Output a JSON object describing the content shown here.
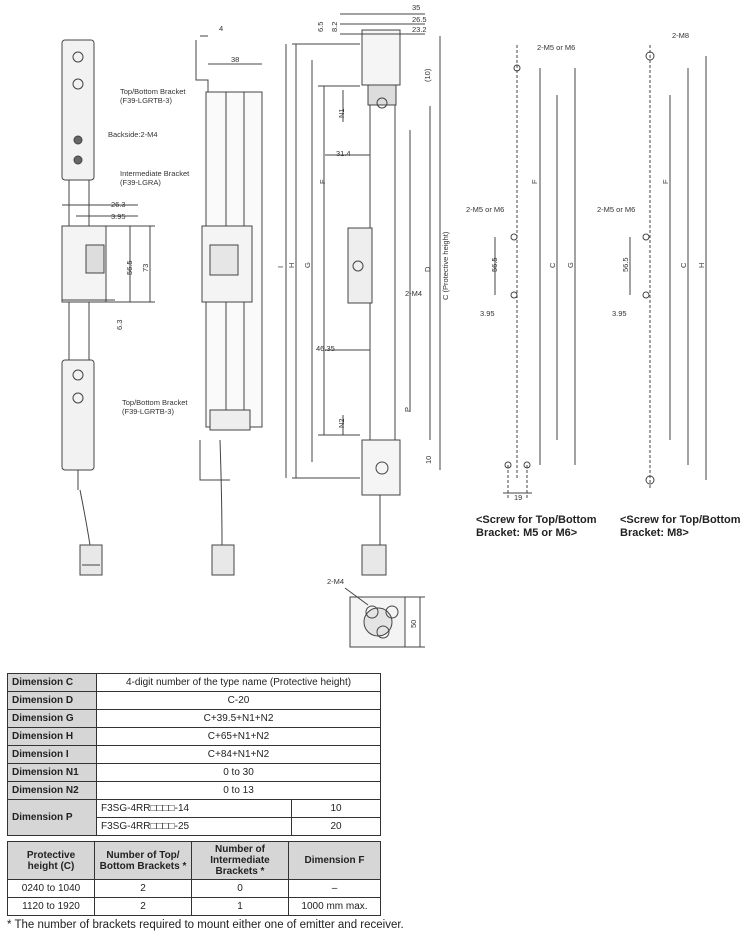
{
  "drawing": {
    "labels": {
      "top_bottom_bracket": "Top/Bottom Bracket",
      "top_bottom_bracket_model": "(F39-LGRTB-3)",
      "top_bottom_bracket_2": "Top/Bottom Bracket",
      "top_bottom_bracket_model_2": "(F39-LGRTB-3)",
      "backside": "Backside:2-M4",
      "intermediate_bracket": "Intermediate Bracket",
      "intermediate_bracket_model": "(F39-LGRA)",
      "m4_side": "2-M4",
      "m4_bottom": "2-M4",
      "m5m6_top_left": "2-M5 or M6",
      "m8_top": "2-M8",
      "m5m6_mid_left": "2-M5 or M6",
      "m5m6_mid_right": "2-M5 or M6",
      "protective_height": "C (Protective height)"
    },
    "dims": {
      "d4": "4",
      "d38": "38",
      "d35": "35",
      "d26_5": "26.5",
      "d23_2": "23.2",
      "d6_5": "6.5",
      "d8_2": "8.2",
      "d10_top": "(10)",
      "d26_3": "26.3",
      "d3_95_a": "3.95",
      "d56_5_a": "56.5",
      "d73": "73",
      "d6_3": "6.3",
      "d31_4": "31.4",
      "d46_35": "46.35",
      "d10_bot": "10",
      "d50": "50",
      "d19": "19",
      "d3_95_b": "3.95",
      "d3_95_c": "3.95",
      "d56_5_b": "56.5",
      "d56_5_c": "56.5",
      "N1": "N1",
      "N2": "N2",
      "P": "P",
      "F1": "F",
      "F2": "F",
      "F3": "F",
      "I": "I",
      "H1": "H",
      "G1": "G",
      "D": "D",
      "C2": "C",
      "G2": "G",
      "C3": "C",
      "H3": "H"
    }
  },
  "captions": {
    "m5m6_line1": "<Screw for Top/Bottom",
    "m5m6_line2": "Bracket: M5 or M6>",
    "m8_line1": "<Screw for Top/Bottom",
    "m8_line2": "Bracket: M8>"
  },
  "dimension_table": [
    {
      "name": "Dimension C",
      "value": "4-digit number of the type name (Protective height)"
    },
    {
      "name": "Dimension D",
      "value": "C-20"
    },
    {
      "name": "Dimension G",
      "value": "C+39.5+N1+N2"
    },
    {
      "name": "Dimension H",
      "value": "C+65+N1+N2"
    },
    {
      "name": "Dimension I",
      "value": "C+84+N1+N2"
    },
    {
      "name": "Dimension N1",
      "value": "0 to 30"
    },
    {
      "name": "Dimension N2",
      "value": "0 to 13"
    }
  ],
  "dimension_p": {
    "name": "Dimension P",
    "rows": [
      {
        "model": "F3SG-4RR□□□□-14",
        "value": "10"
      },
      {
        "model": "F3SG-4RR□□□□-25",
        "value": "20"
      }
    ]
  },
  "bracket_table": {
    "headers": [
      "Protective height (C)",
      "Number of Top/ Bottom Brackets *",
      "Number of Intermediate Brackets *",
      "Dimension F"
    ],
    "rows": [
      [
        "0240 to 1040",
        "2",
        "0",
        "–"
      ],
      [
        "1120 to 1920",
        "2",
        "1",
        "1000 mm max."
      ]
    ]
  },
  "footnote": "* The number of brackets required to mount either one of emitter and receiver."
}
